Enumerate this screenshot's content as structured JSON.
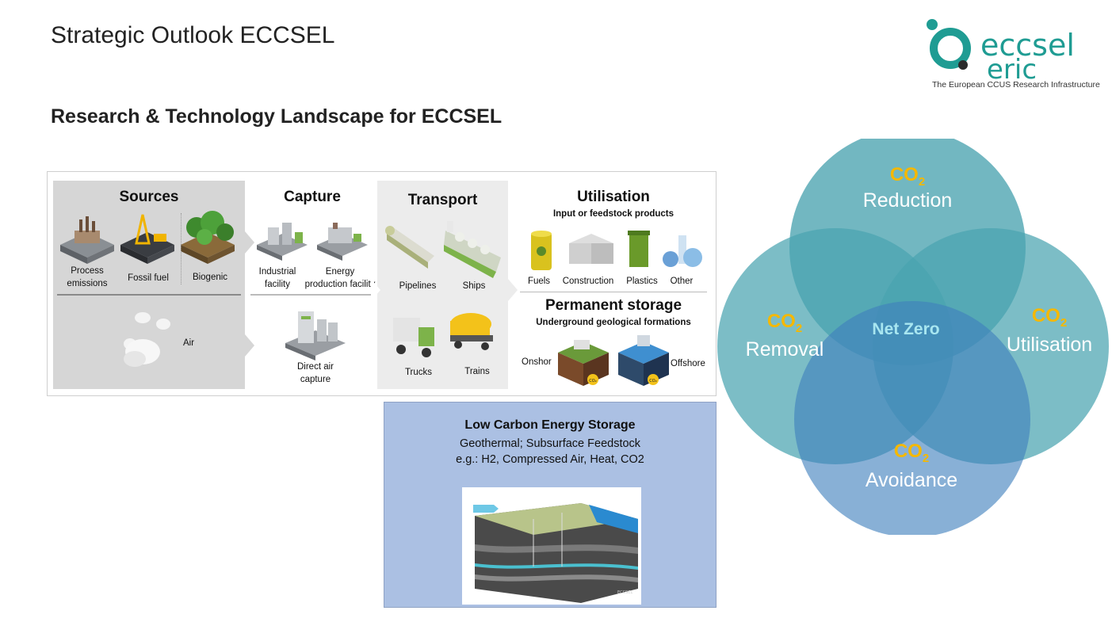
{
  "page_title": "Strategic Outlook ECCSEL",
  "section_title": "Research & Technology Landscape for ECCSEL",
  "logo": {
    "name_top": "eccsel",
    "name_bottom": "eric",
    "tagline": "The European CCUS Research Infrastructure",
    "color": "#1f9c93"
  },
  "landscape": {
    "sources": {
      "title": "Sources",
      "items": [
        "Process emissions",
        "Fossil fuel",
        "Biogenic"
      ],
      "item_process_1": "Process",
      "item_process_2": "emissions",
      "air": "Air"
    },
    "capture": {
      "title": "Capture",
      "industrial_1": "Industrial",
      "industrial_2": "facility",
      "energy_1": "Energy",
      "energy_2": "production facility",
      "direct_1": "Direct air",
      "direct_2": "capture"
    },
    "transport": {
      "title": "Transport",
      "items": [
        "Pipelines",
        "Ships",
        "Trucks",
        "Trains"
      ]
    },
    "utilisation": {
      "title": "Utilisation",
      "subtitle": "Input or feedstock products",
      "items": [
        "Fuels",
        "Construction",
        "Plastics",
        "Other"
      ]
    },
    "storage": {
      "title": "Permanent storage",
      "subtitle": "Underground geological formations",
      "onshore": "Onshor",
      "offshore": "Offshore",
      "badge": "CO₂"
    }
  },
  "lces": {
    "title": "Low Carbon Energy Storage",
    "line1": "Geothermal; Subsurface Feedstock",
    "line2": "e.g.: H2, Compressed Air, Heat, CO2",
    "image_brand": "ECCSEL"
  },
  "venn": {
    "co2_prefix": "CO",
    "co2_sub": "2",
    "reduction": "Reduction",
    "removal": "Removal",
    "utilisation": "Utilisation",
    "avoidance": "Avoidance",
    "center": "Net Zero",
    "colors": {
      "teal": "#4aa3b0",
      "blue": "#3f7fbd",
      "co2": "#f5b800",
      "center_text": "#a8e6f0"
    }
  }
}
